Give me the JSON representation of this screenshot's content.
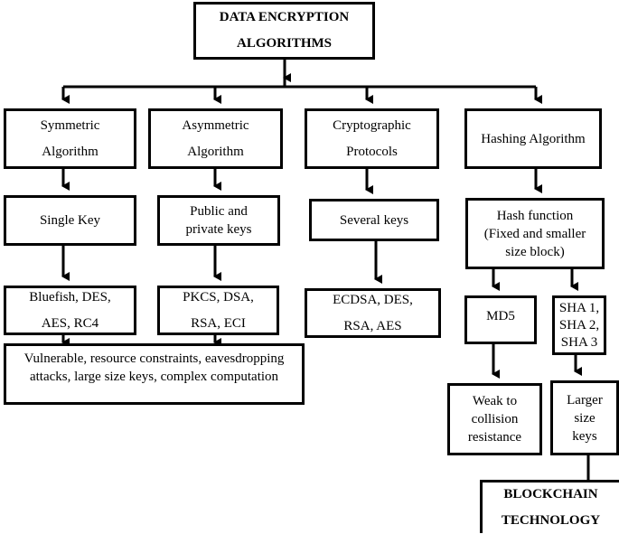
{
  "root": {
    "label": "DATA ENCRYPTION\nALGORITHMS"
  },
  "categories": [
    {
      "label": "Symmetric\nAlgorithm"
    },
    {
      "label": "Asymmetric\nAlgorithm"
    },
    {
      "label": "Cryptographic\nProtocols"
    },
    {
      "label": "Hashing Algorithm"
    }
  ],
  "keys": [
    {
      "label": "Single Key"
    },
    {
      "label": "Public and\nprivate keys"
    },
    {
      "label": "Several keys"
    },
    {
      "label": "Hash function\n(Fixed and smaller\nsize block)"
    }
  ],
  "examples": [
    {
      "label": "Bluefish, DES,\nAES, RC4"
    },
    {
      "label": "PKCS, DSA,\nRSA, ECI"
    },
    {
      "label": "ECDSA, DES,\nRSA, AES"
    }
  ],
  "hash_variants": [
    {
      "label": "MD5"
    },
    {
      "label": "SHA 1,\nSHA 2,\nSHA 3"
    }
  ],
  "limitations": {
    "label": "Vulnerable, resource constraints, eavesdropping\nattacks, large size keys, complex computation"
  },
  "md5_note": {
    "label": "Weak to\ncollision\nresistance"
  },
  "sha_note": {
    "label": "Larger\nsize\nkeys"
  },
  "target": {
    "label": "BLOCKCHAIN\nTECHNOLOGY"
  }
}
